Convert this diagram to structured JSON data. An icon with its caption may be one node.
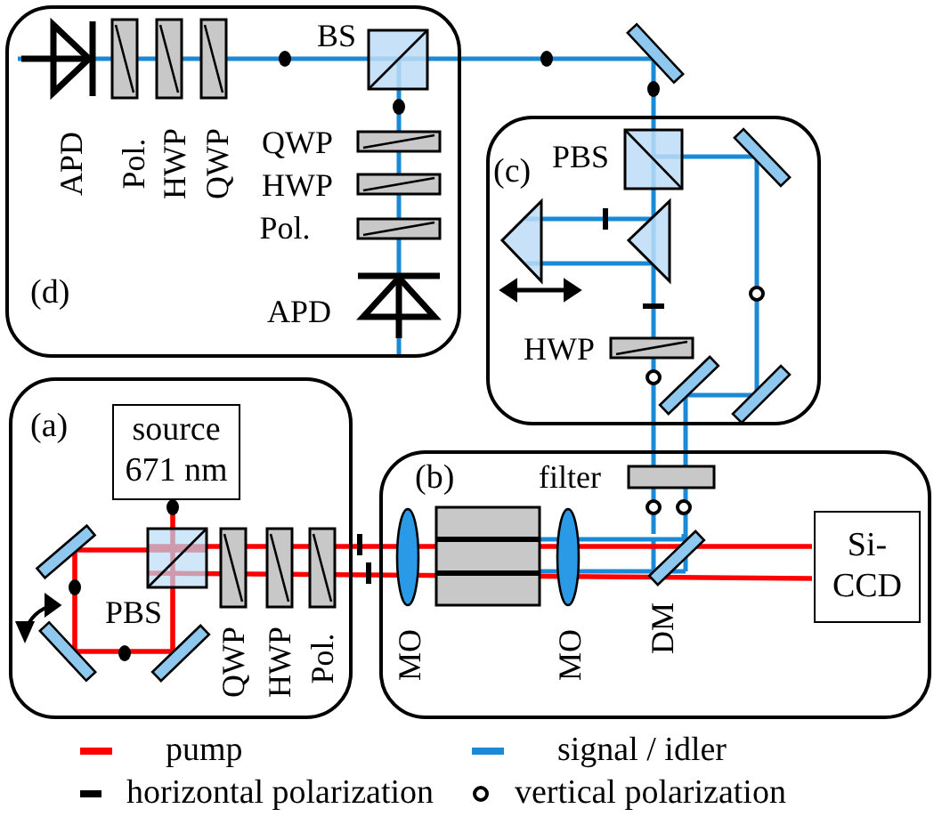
{
  "diagram": {
    "nodes": [
      {
        "text": [
          "(d)"
        ]
      },
      {
        "text": [
          "(c)"
        ]
      },
      {
        "text": [
          "(a)"
        ]
      },
      {
        "text": [
          "source 671 nm"
        ],
        "in": 2
      },
      {
        "text": [
          "(b)"
        ]
      },
      {
        "text": [
          "Si- CCD"
        ],
        "in": 4
      }
    ],
    "labels": [
      "APD",
      "Pol.",
      "HWP",
      "QWP",
      "BS",
      "QWP",
      "HWP",
      "Pol.",
      "APD",
      "PBS",
      "HWP",
      "PBS",
      "QWP",
      "HWP",
      "Pol.",
      "filter",
      "MO",
      "MO",
      "DM"
    ],
    "legend": [
      {
        "text": "pump",
        "color": "#ff0000"
      },
      {
        "text": "signal / idler",
        "color": "#1b8ad6"
      },
      {
        "text": "horizontal polarization"
      },
      {
        "text": "vertical polarization"
      }
    ]
  }
}
